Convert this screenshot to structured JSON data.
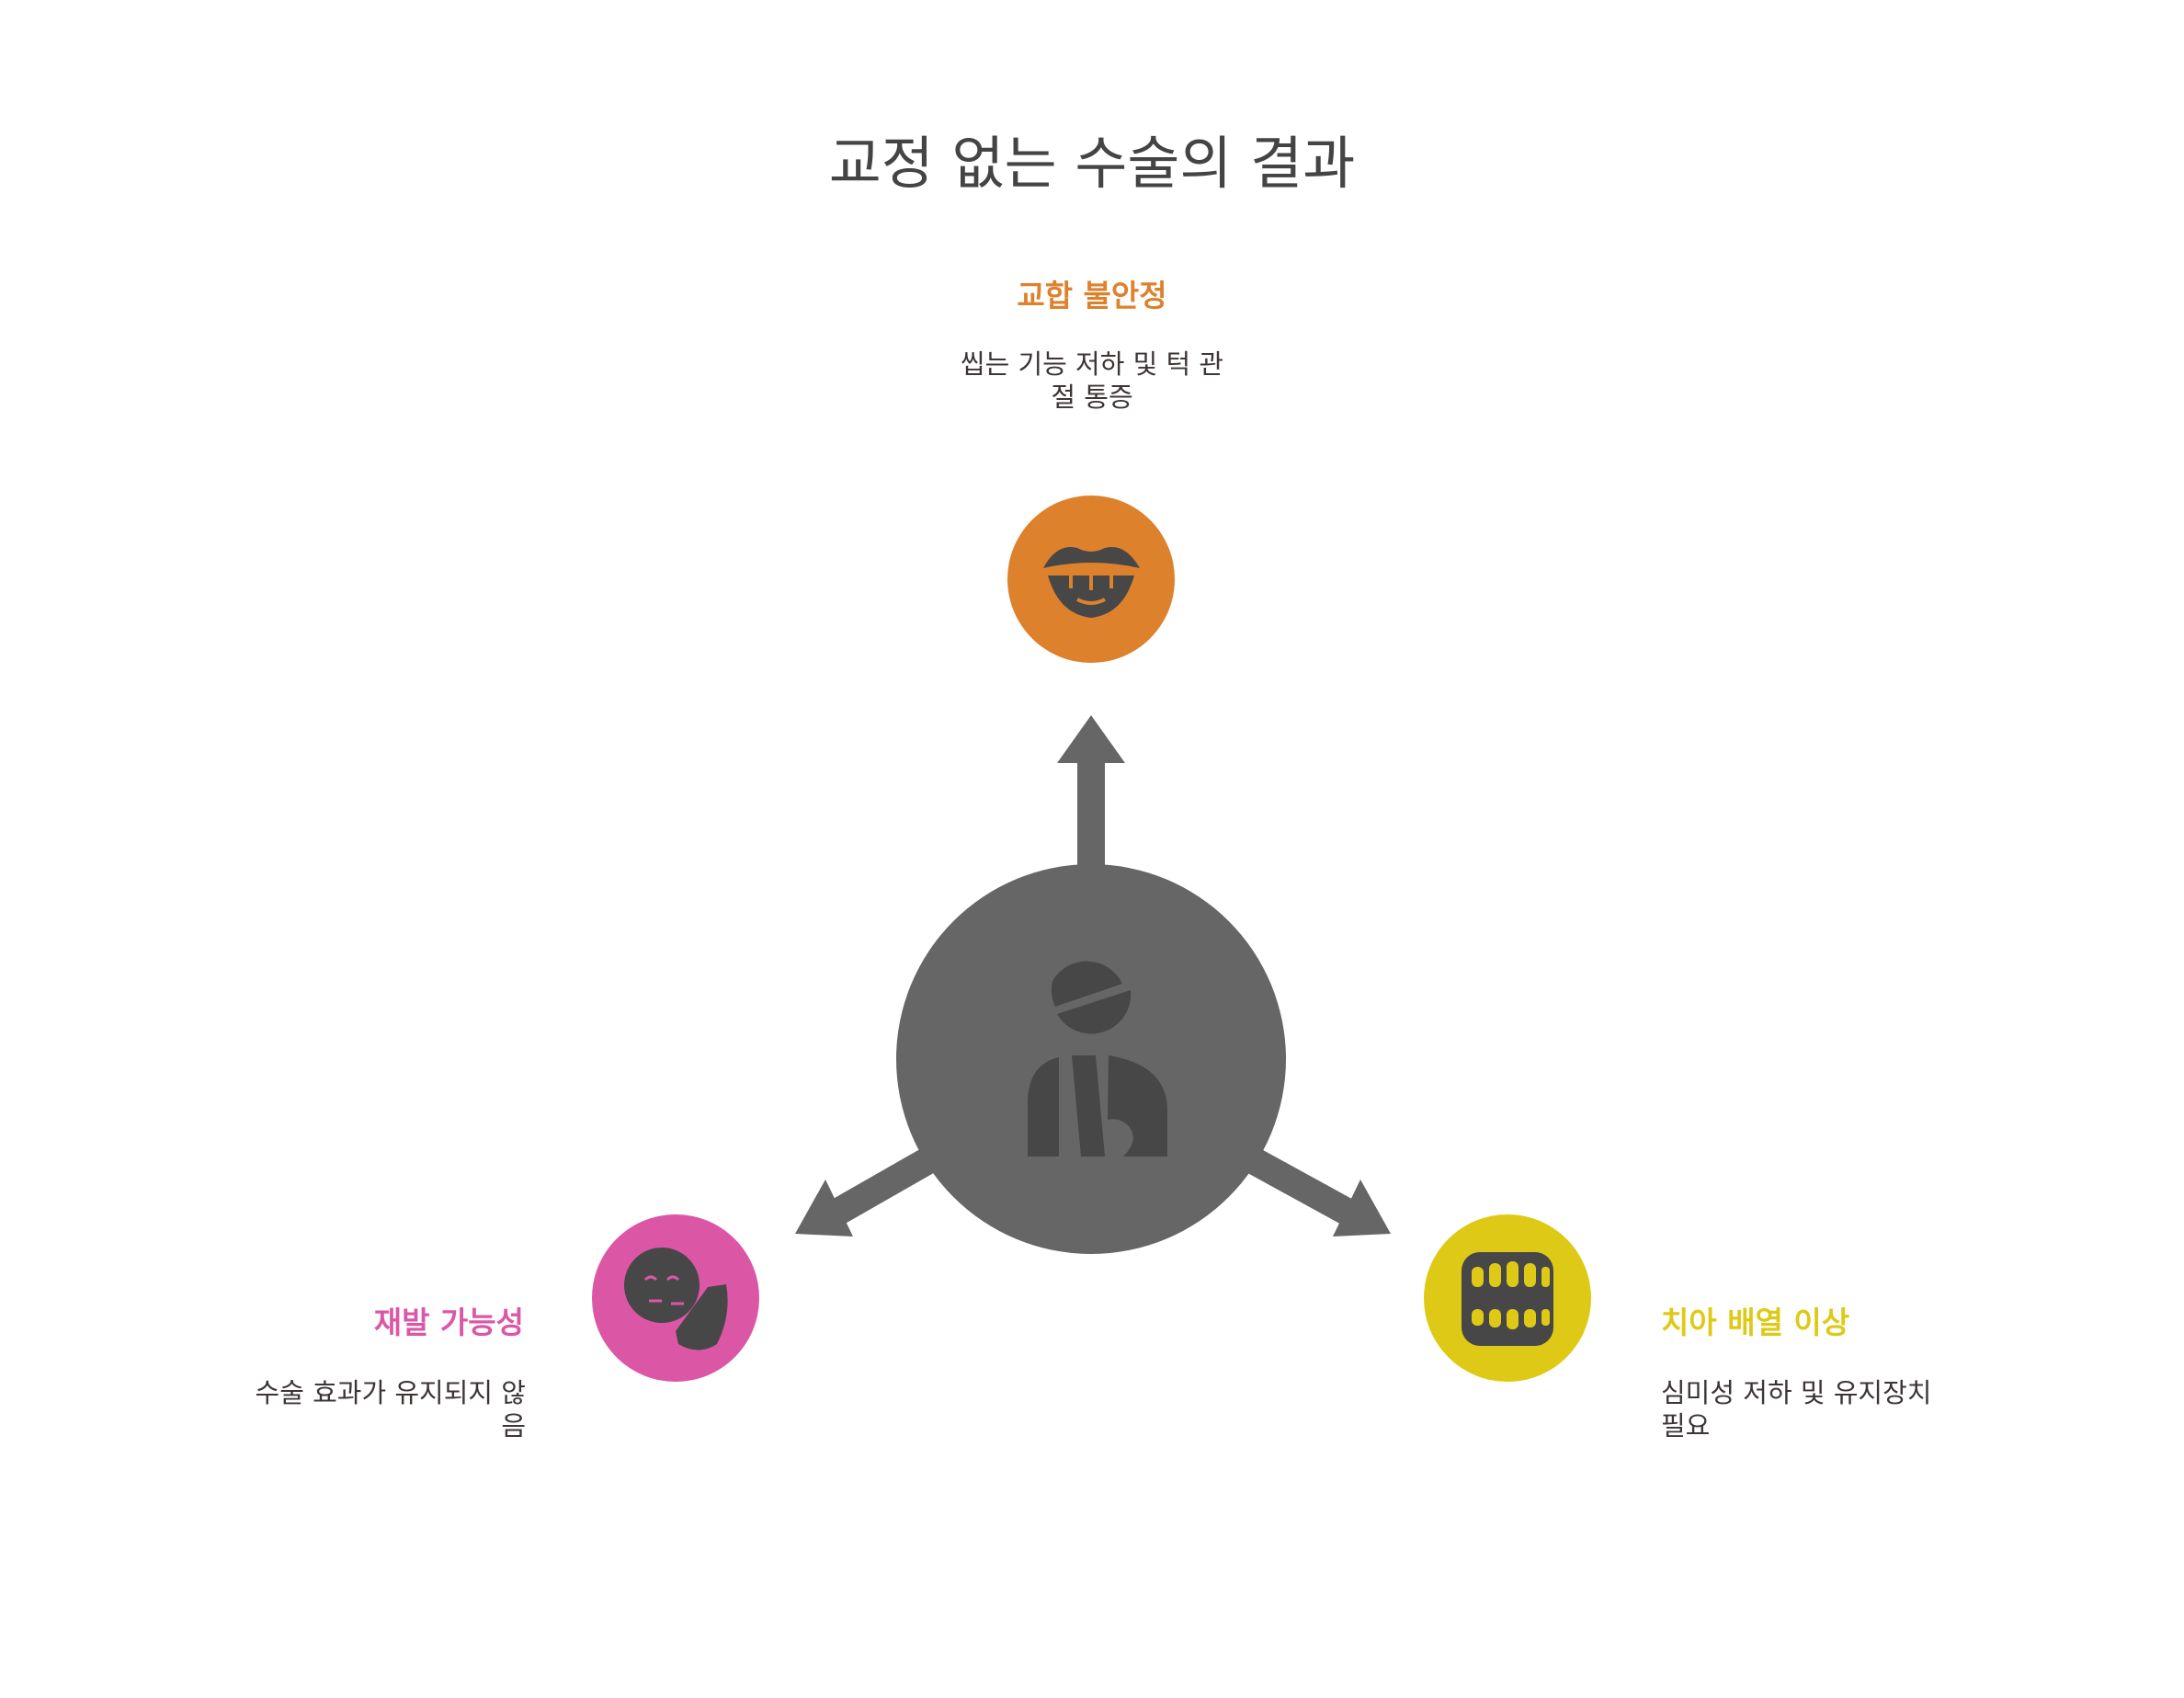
{
  "title": "교정 없는 수술의 결과",
  "center": {
    "icon": "injured-person-icon",
    "color": "#666666"
  },
  "outcomes": [
    {
      "label": "교합 불안정",
      "description": "씹는 기능 저하 및 턱 관\n절 통증",
      "icon": "mouth-teeth-icon",
      "color": "#DD812D"
    },
    {
      "label": "재발 가능성",
      "description": "수술 효과가 유지되지 않\n음",
      "icon": "sad-face-icon",
      "color": "#DB57A6"
    },
    {
      "label": "치아 배열 이상",
      "description": "심미성 저하 및 유지장치\n필요",
      "icon": "teeth-icon",
      "color": "#DECA16"
    }
  ],
  "colors": {
    "arrow": "#666666",
    "icon_dark": "#474747",
    "title_text": "#444444",
    "description_text": "#3d3535"
  }
}
